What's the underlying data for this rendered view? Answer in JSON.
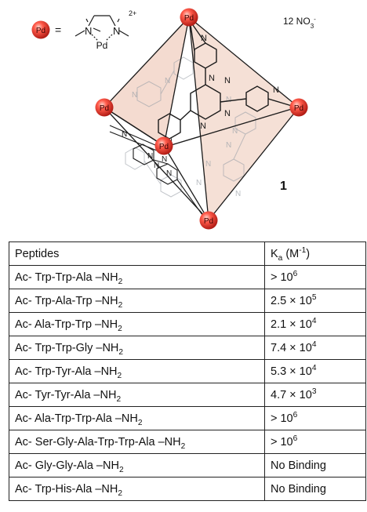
{
  "figure": {
    "legend_equals": "=",
    "legend_charge": "2+",
    "pd_label": "Pd",
    "legend_ligand_n1": "N",
    "legend_ligand_n2": "N",
    "counterion": "12 NO3-",
    "compound_number": "1",
    "colors": {
      "pd_sphere": "#e53a32",
      "face_fill": "#f0cfc0",
      "bond": "#1a1a1a"
    }
  },
  "table": {
    "header": {
      "peptides": "Peptides",
      "ka": "Ka (M-1)"
    },
    "rows": [
      {
        "peptide": "Ac- Trp-Trp-Ala –NH2",
        "ka": "> 10^6"
      },
      {
        "peptide": "Ac- Trp-Ala-Trp –NH2",
        "ka": "2.5 × 10^5"
      },
      {
        "peptide": "Ac- Ala-Trp-Trp –NH2",
        "ka": "2.1 × 10^4"
      },
      {
        "peptide": "Ac- Trp-Trp-Gly –NH2",
        "ka": "7.4 × 10^4"
      },
      {
        "peptide": "Ac- Trp-Tyr-Ala –NH2",
        "ka": "5.3 × 10^4"
      },
      {
        "peptide": "Ac- Tyr-Tyr-Ala –NH2",
        "ka": "4.7 × 10^3"
      },
      {
        "peptide": "Ac- Ala-Trp-Trp-Ala –NH2",
        "ka": "> 10^6"
      },
      {
        "peptide": "Ac- Ser-Gly-Ala-Trp-Trp-Ala –NH2",
        "ka": "> 10^6"
      },
      {
        "peptide": "Ac- Gly-Gly-Ala –NH2",
        "ka": "No Binding"
      },
      {
        "peptide": "Ac- Trp-His-Ala –NH2",
        "ka": "No Binding"
      }
    ]
  }
}
